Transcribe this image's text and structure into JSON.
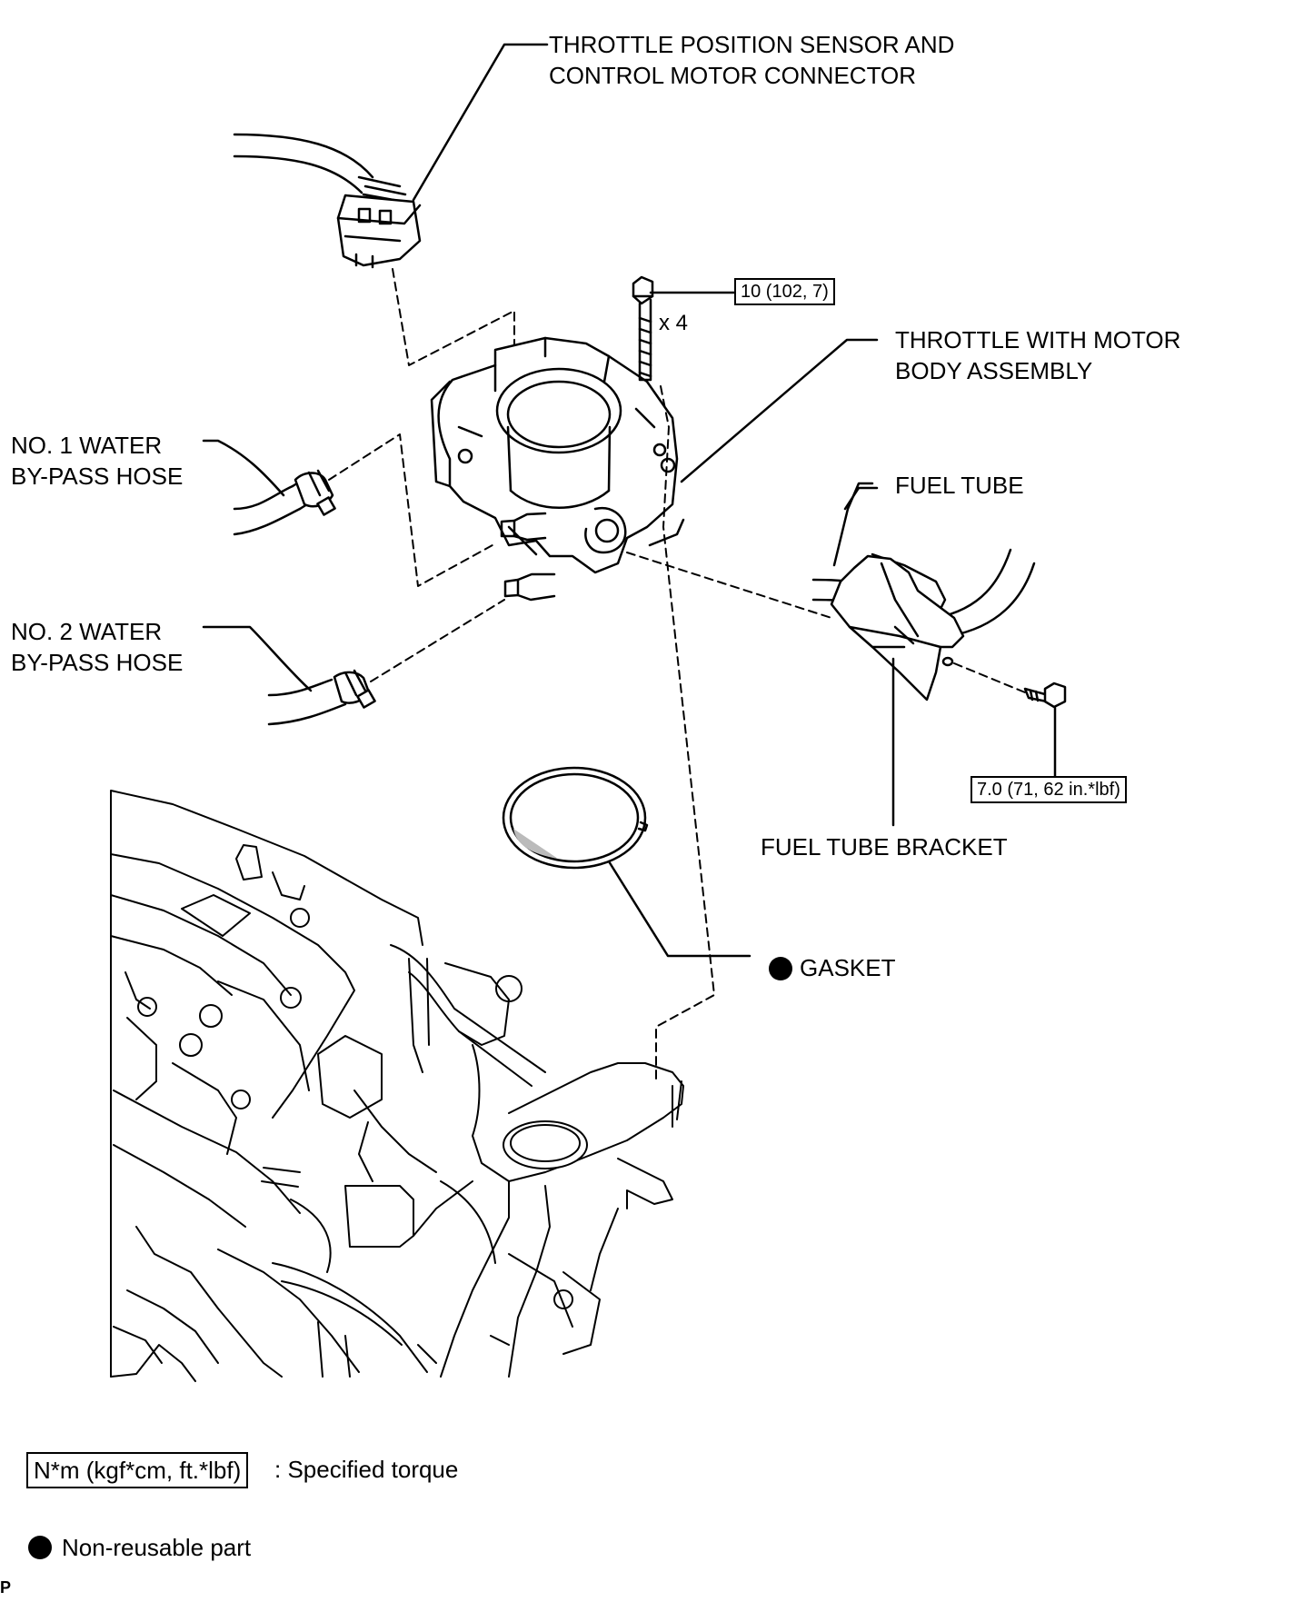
{
  "labels": {
    "connector_line1": "THROTTLE POSITION SENSOR AND",
    "connector_line2": "CONTROL MOTOR CONNECTOR",
    "throttle_body_line1": "THROTTLE WITH MOTOR",
    "throttle_body_line2": "BODY ASSEMBLY",
    "hose1_line1": "NO. 1 WATER",
    "hose1_line2": "BY-PASS HOSE",
    "hose2_line1": "NO. 2 WATER",
    "hose2_line2": "BY-PASS HOSE",
    "fuel_tube": "FUEL TUBE",
    "fuel_tube_bracket": "FUEL TUBE BRACKET",
    "gasket": "GASKET",
    "bolt_quantity": "x 4",
    "corner_mark": "P"
  },
  "torque": {
    "throttle_bolt": "10 (102, 7)",
    "bracket_bolt": "7.0 (71, 62 in.*lbf)"
  },
  "legend": {
    "torque_unit": "N*m (kgf*cm, ft.*lbf)",
    "torque_text": ": Specified torque",
    "nonreusable_text": "Non-reusable part"
  }
}
